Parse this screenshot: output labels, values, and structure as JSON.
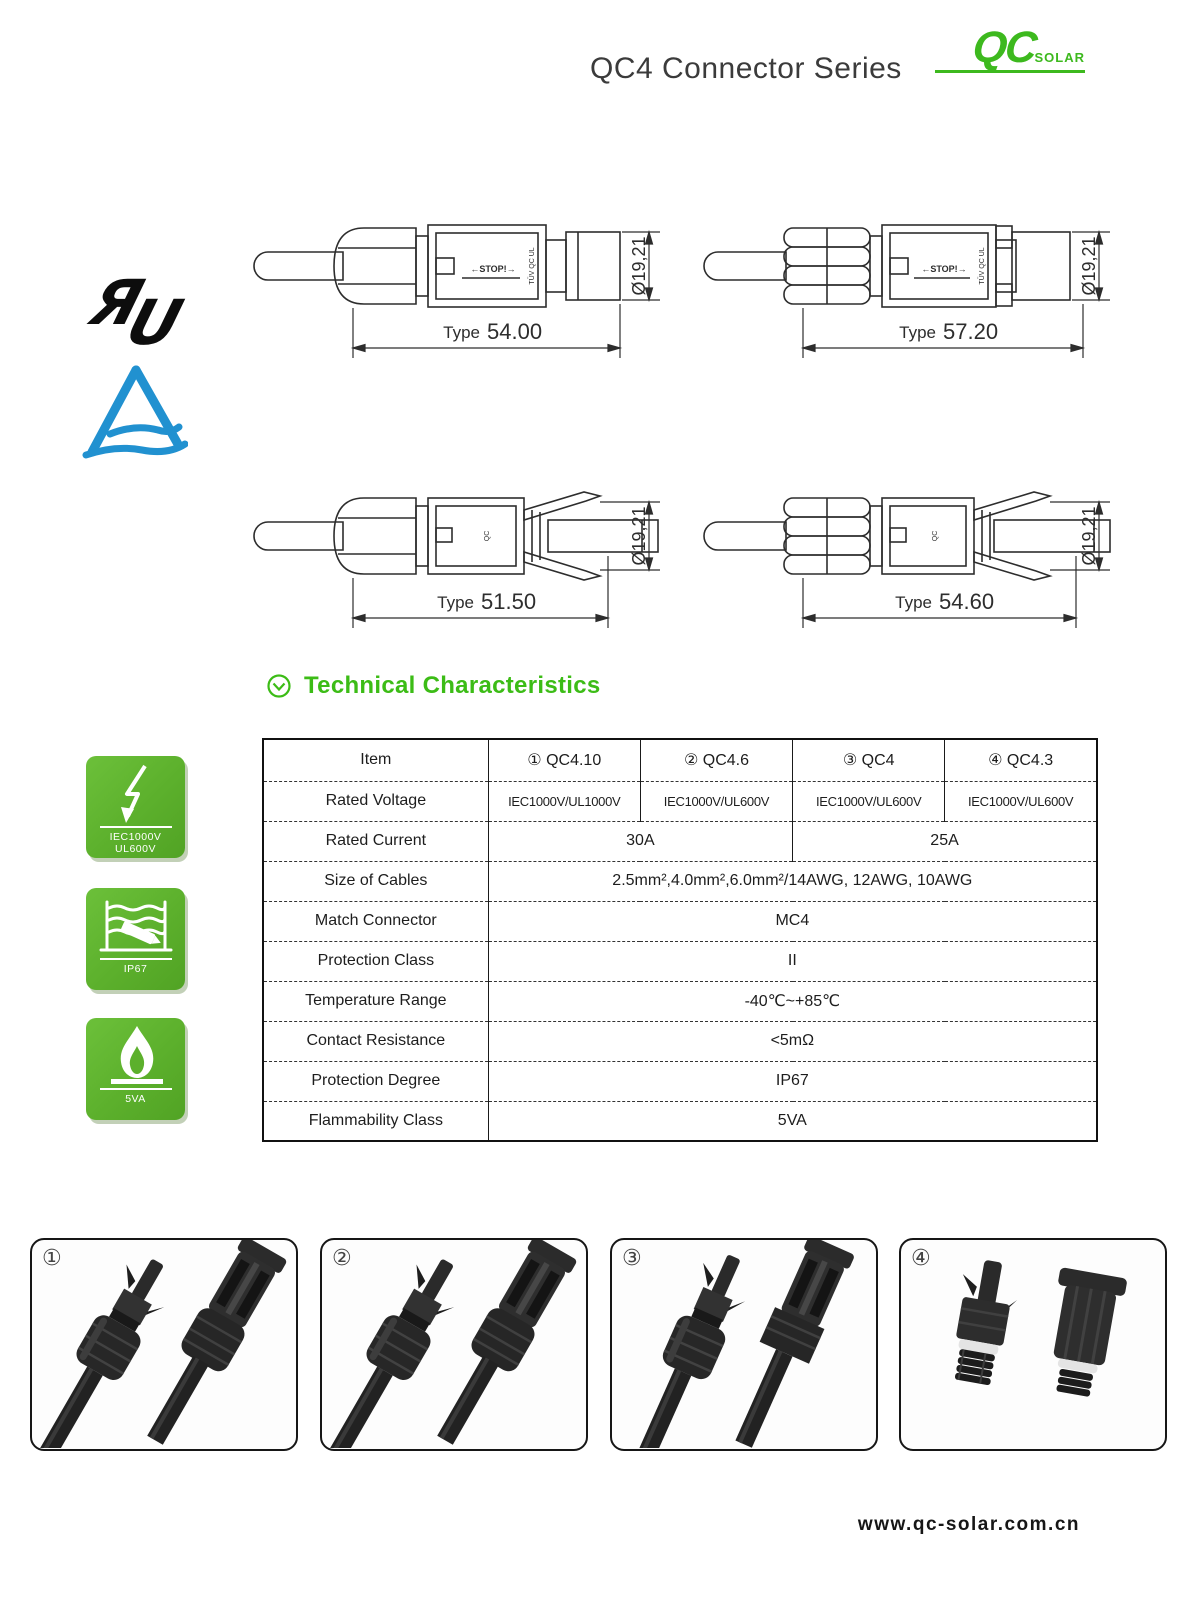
{
  "header": {
    "title": "QC4 Connector Series",
    "logo": {
      "main": "QC",
      "sub": "SOLAR"
    }
  },
  "drawings": [
    {
      "type_prefix": "Type",
      "length": "54.00",
      "diameter": "Ø19,21",
      "stop_text": "←STOP!→",
      "side_text": "TÜV QC UL"
    },
    {
      "type_prefix": "Type",
      "length": "57.20",
      "diameter": "Ø19,21",
      "stop_text": "←STOP!→",
      "side_text": "TÜV QC UL"
    },
    {
      "type_prefix": "Type",
      "length": "51.50",
      "diameter": "Ø19,21",
      "side_text": "QC"
    },
    {
      "type_prefix": "Type",
      "length": "54.60",
      "diameter": "Ø19,21",
      "side_text": "QC"
    }
  ],
  "section": {
    "title": "Technical Characteristics"
  },
  "table": {
    "header": [
      "Item",
      "① QC4.10",
      "② QC4.6",
      "③ QC4",
      "④ QC4.3"
    ],
    "rows": {
      "rated_voltage": {
        "label": "Rated Voltage",
        "values": [
          "IEC1000V/UL1000V",
          "IEC1000V/UL600V",
          "IEC1000V/UL600V",
          "IEC1000V/UL600V"
        ]
      },
      "rated_current": {
        "label": "Rated Current",
        "left": "30A",
        "right": "25A"
      },
      "size_of_cables": {
        "label": "Size of Cables",
        "value": "2.5mm²,4.0mm²,6.0mm²/14AWG, 12AWG, 10AWG"
      },
      "match_connector": {
        "label": "Match Connector",
        "value": "MC4"
      },
      "protection_class": {
        "label": "Protection Class",
        "value": "II"
      },
      "temperature_range": {
        "label": "Temperature Range",
        "value": "-40℃~+85℃"
      },
      "contact_resistance": {
        "label": "Contact Resistance",
        "value": "<5mΩ"
      },
      "protection_degree": {
        "label": "Protection Degree",
        "value": "IP67"
      },
      "flammability_class": {
        "label": "Flammability Class",
        "value": "5VA"
      }
    }
  },
  "badges": [
    {
      "icon": "lightning-icon",
      "lines": [
        "IEC1000V",
        "UL600V"
      ]
    },
    {
      "icon": "submersion-icon",
      "lines": [
        "IP67"
      ]
    },
    {
      "icon": "flame-icon",
      "lines": [
        "5VA"
      ]
    }
  ],
  "photos": [
    {
      "number": "①"
    },
    {
      "number": "②"
    },
    {
      "number": "③"
    },
    {
      "number": "④"
    }
  ],
  "footer": {
    "website": "www.qc-solar.com.cn"
  },
  "colors": {
    "brand_green": "#3db91e",
    "heading_green": "#3cbc16",
    "badge_green": "#5cb02c",
    "tuv_blue": "#2191d0",
    "line": "#2d2d2d"
  }
}
